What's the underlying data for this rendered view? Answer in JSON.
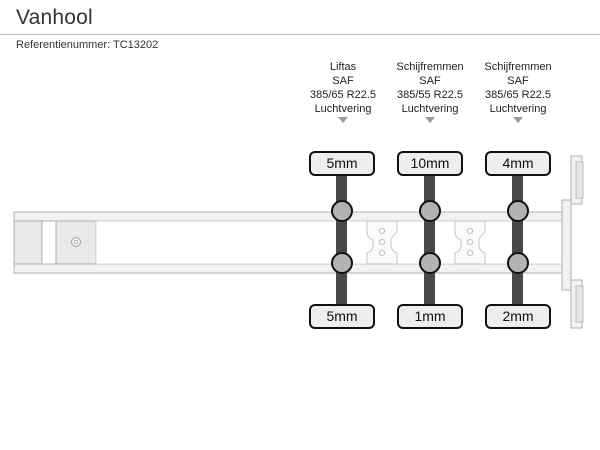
{
  "header": {
    "title": "Vanhool",
    "reference_label": "Referentienummer:",
    "reference_value": "TC13202",
    "reference_line": "Referentienummer: TC13202"
  },
  "colors": {
    "background": "#ffffff",
    "text": "#222222",
    "divider": "#b9b9b9",
    "chassis_fill": "#f2f2f2",
    "chassis_stroke": "#b0b0b0",
    "axle_bar": "#4a4a4a",
    "hub_fill": "#b3b3b3",
    "hub_stroke": "#111111",
    "badge_fill": "#eeeeee",
    "badge_border": "#111111",
    "pointer": "#9a9a9a"
  },
  "diagram": {
    "type": "trailer-side-view",
    "vehicle_orientation": "front-left-rear-right",
    "axle_count": 3,
    "axles": [
      {
        "index": 1,
        "brake_type": "Liftas",
        "make": "SAF",
        "tire_size": "385/65 R22.5",
        "suspension": "Luchtvering",
        "tread_top": "5mm",
        "tread_bottom": "5mm",
        "pointer_icon": "triangle-down-icon"
      },
      {
        "index": 2,
        "brake_type": "Schijfremmen",
        "make": "SAF",
        "tire_size": "385/55 R22.5",
        "suspension": "Luchtvering",
        "tread_top": "10mm",
        "tread_bottom": "1mm",
        "pointer_icon": "triangle-down-icon"
      },
      {
        "index": 3,
        "brake_type": "Schijfremmen",
        "make": "SAF",
        "tire_size": "385/65 R22.5",
        "suspension": "Luchtvering",
        "tread_top": "4mm",
        "tread_bottom": "2mm",
        "pointer_icon": "triangle-down-icon"
      }
    ],
    "chassis": {
      "kingpin_icon": "kingpin-circle-icon",
      "hanger_bracket_count": 2,
      "hanger_bolt_holes_per_bracket": 3,
      "rear_underrun_bar": true
    }
  }
}
